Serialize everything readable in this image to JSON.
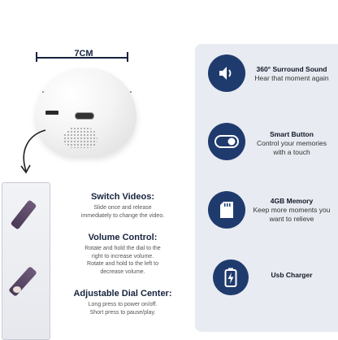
{
  "dimension": {
    "label": "7CM"
  },
  "instructions": [
    {
      "title": "Switch Videos:",
      "lines": [
        "Slide once and release",
        "immediately to change the video."
      ]
    },
    {
      "title": "Volume Control:",
      "lines": [
        "Rotate and hold the dial to the",
        "right to increase volume.",
        "Rotate and hold to the left to",
        "decrease volume."
      ]
    },
    {
      "title": "Adjustable Dial Center:",
      "lines": [
        "Long press to power on/off.",
        "Short press to pause/play."
      ]
    }
  ],
  "features": [
    {
      "icon": "speaker-icon",
      "title": "360° Surround Sound",
      "sub": [
        "Hear that moment again"
      ]
    },
    {
      "icon": "toggle-icon",
      "title": "Smart Button",
      "sub": [
        "Control your memories",
        "with a touch"
      ]
    },
    {
      "icon": "sd-card-icon",
      "title": "4GB Memory",
      "sub": [
        "Keep more moments you",
        "want to relieve"
      ]
    },
    {
      "icon": "battery-charge-icon",
      "title": "Usb Charger",
      "sub": []
    }
  ],
  "colors": {
    "accent": "#1f3b6e",
    "panel": "#e8ebf1",
    "text": "#17233d"
  }
}
